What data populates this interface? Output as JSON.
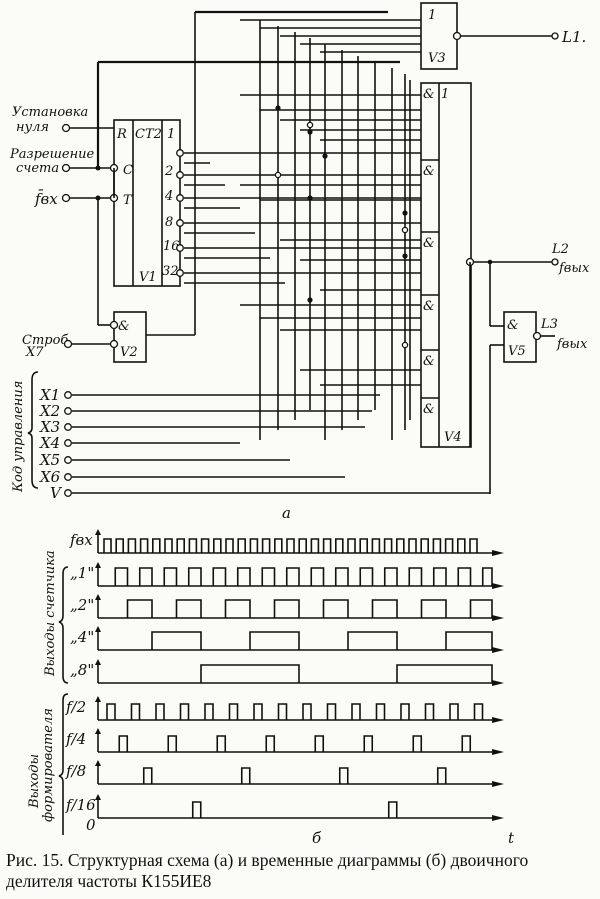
{
  "schematic": {
    "part_label": "а",
    "inputs": {
      "reset_line1": "Установка",
      "reset_line2": "нуля",
      "enable_line1": "Разрешение",
      "enable_line2": "счета",
      "clock": "f̄вх",
      "strobe_line1": "Строб",
      "strobe_line2": "X7",
      "control_group": "Код управления",
      "control": [
        "X1",
        "X2",
        "X3",
        "X4",
        "X5",
        "X6"
      ],
      "v": "V"
    },
    "counter": {
      "name": "V1",
      "type": "CT2",
      "inputs": [
        "R",
        "C",
        "T"
      ],
      "outputs": [
        "1",
        "2",
        "4",
        "8",
        "16",
        "32"
      ]
    },
    "gates": {
      "v2": {
        "name": "V2",
        "type": "&"
      },
      "v3": {
        "name": "V3",
        "type": "1"
      },
      "v4": {
        "name": "V4",
        "type_and": "&",
        "type_or": "1",
        "and_count": 6
      },
      "v5": {
        "name": "V5",
        "type": "&"
      }
    },
    "outputs": {
      "l1": "L1.",
      "l2": "L2",
      "l2_sig": "fвых",
      "l3": "L3",
      "l3_sig": "fвых"
    }
  },
  "timing": {
    "part_label": "б",
    "time_axis": "t",
    "group_counter": "Выходы счетчика",
    "group_shaper_line1": "Выходы",
    "group_shaper_line2": "формирователя",
    "rows": [
      {
        "label": "fвх",
        "kind": "clock",
        "period": 1
      },
      {
        "label": "„1\"",
        "kind": "square",
        "period": 2
      },
      {
        "label": "„2\"",
        "kind": "square",
        "period": 4
      },
      {
        "label": "„4\"",
        "kind": "square",
        "period": 8
      },
      {
        "label": "„8\"",
        "kind": "square",
        "period": 16
      },
      {
        "label": "f/2",
        "kind": "pulse",
        "period": 2,
        "offset": 0
      },
      {
        "label": "f/4",
        "kind": "pulse",
        "period": 4,
        "offset": 1
      },
      {
        "label": "f/8",
        "kind": "pulse",
        "period": 8,
        "offset": 3
      },
      {
        "label": "f/16",
        "kind": "pulse",
        "period": 16,
        "offset": 7
      }
    ],
    "zero_label": "0"
  },
  "caption": "Рис. 15. Структурная схема (а) и временные диаграммы (б) двоичного делителя частоты К155ИЕ8"
}
